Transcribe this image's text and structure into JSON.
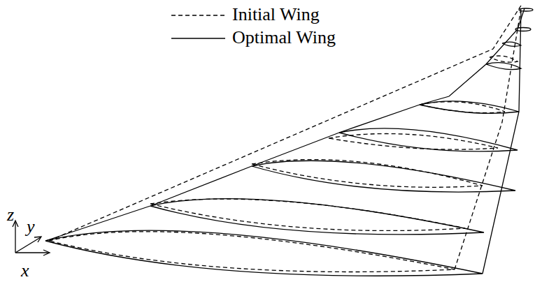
{
  "diagram": {
    "labels": [
      "z",
      "y",
      "x"
    ],
    "legend": [
      {
        "text": "Initial Wing"
      },
      {
        "text": "Optimal Wing"
      }
    ]
  }
}
